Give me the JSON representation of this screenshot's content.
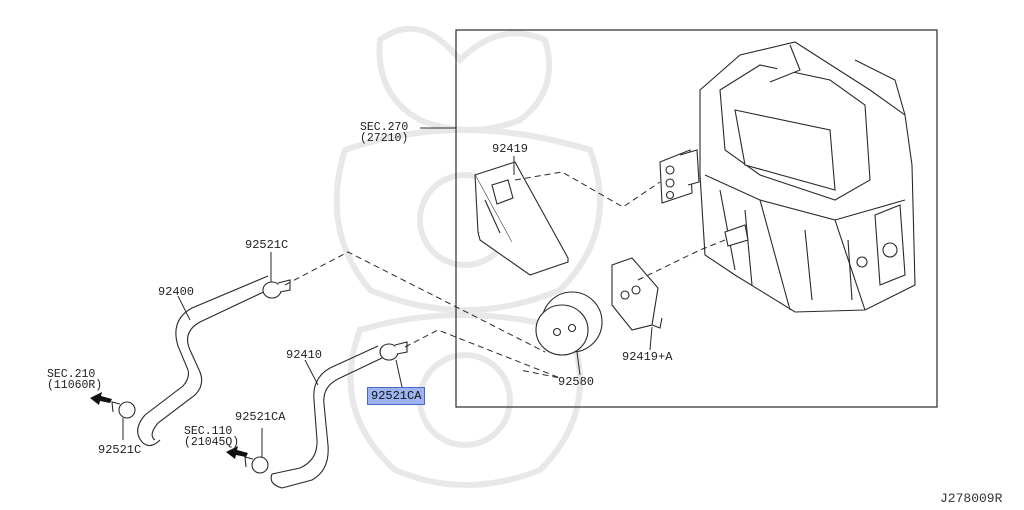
{
  "colors": {
    "line": "#2a2a2a",
    "highlight_fill": "#9db3f2",
    "highlight_border": "#4966c6",
    "watermark": "#e6e6e6"
  },
  "labels": {
    "sec270_a": "SEC.270",
    "sec270_b": "(27210)",
    "p92419": "92419",
    "p92521c_top": "92521C",
    "p92400": "92400",
    "p92410": "92410",
    "sec210_a": "SEC.210",
    "sec210_b": "(11060R)",
    "p92521c_bottom": "92521C",
    "sec110_a": "SEC.110",
    "sec110_b": "(21045Q)",
    "p92521ca_left": "92521CA",
    "p92521ca_highlighted": "92521CA",
    "p92580": "92580",
    "p92419a": "92419+A",
    "ref_code": "J278009R"
  },
  "highlighted_part": "92521CA",
  "icons": [
    "watermark-samurai-helmet",
    "hvac-unit",
    "filter",
    "expansion-valve",
    "gasket",
    "grommet",
    "hose-clamp",
    "hose",
    "arrow"
  ]
}
